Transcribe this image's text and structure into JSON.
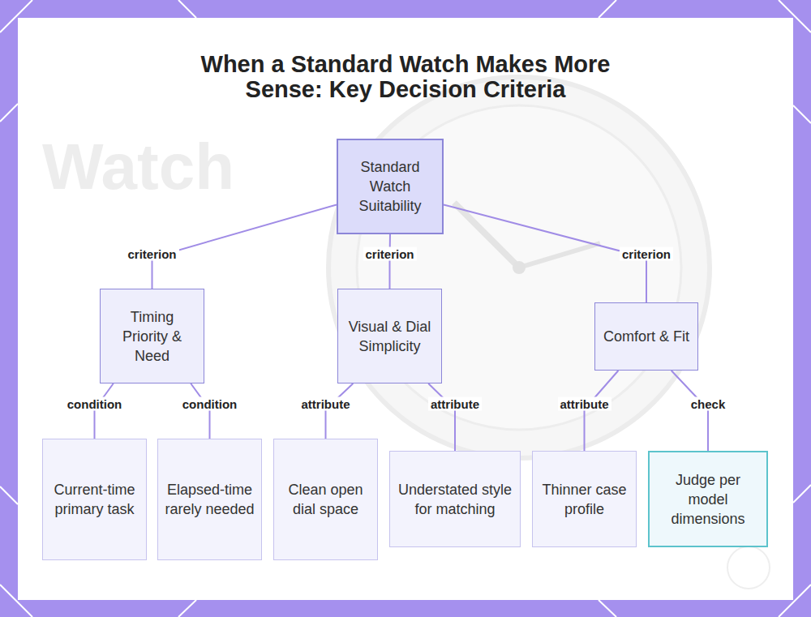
{
  "diagram": {
    "title": "When a Standard Watch Makes More Sense: Key Decision Criteria",
    "nodes": [
      {
        "text": [
          "Standard Watch Suitability"
        ]
      },
      {
        "text": [
          "Timing Priority & Need"
        ]
      },
      {
        "text": [
          "Visual & Dial Simplicity"
        ]
      },
      {
        "text": [
          "Comfort & Fit"
        ]
      },
      {
        "text": [
          "Current-time primary task"
        ]
      },
      {
        "text": [
          "Elapsed-time rarely needed"
        ]
      },
      {
        "text": [
          "Clean open dial space"
        ]
      },
      {
        "text": [
          "Understated style for matching"
        ]
      },
      {
        "text": [
          "Thinner case profile"
        ]
      },
      {
        "text": [
          "Judge per model dimensions"
        ]
      }
    ],
    "edges": [
      {
        "from": 0,
        "to": 1,
        "label": "criterion",
        "arrow": "none"
      },
      {
        "from": 0,
        "to": 2,
        "label": "criterion",
        "arrow": "none"
      },
      {
        "from": 0,
        "to": 3,
        "label": "criterion",
        "arrow": "none"
      },
      {
        "from": 1,
        "to": 4,
        "label": "condition",
        "arrow": "none"
      },
      {
        "from": 1,
        "to": 5,
        "label": "condition",
        "arrow": "none"
      },
      {
        "from": 2,
        "to": 6,
        "label": "attribute",
        "arrow": "none"
      },
      {
        "from": 2,
        "to": 7,
        "label": "attribute",
        "arrow": "none"
      },
      {
        "from": 3,
        "to": 8,
        "label": "attribute",
        "arrow": "none"
      },
      {
        "from": 3,
        "to": 9,
        "label": "check",
        "arrow": "none"
      }
    ],
    "labels": [
      "Watch"
    ]
  }
}
